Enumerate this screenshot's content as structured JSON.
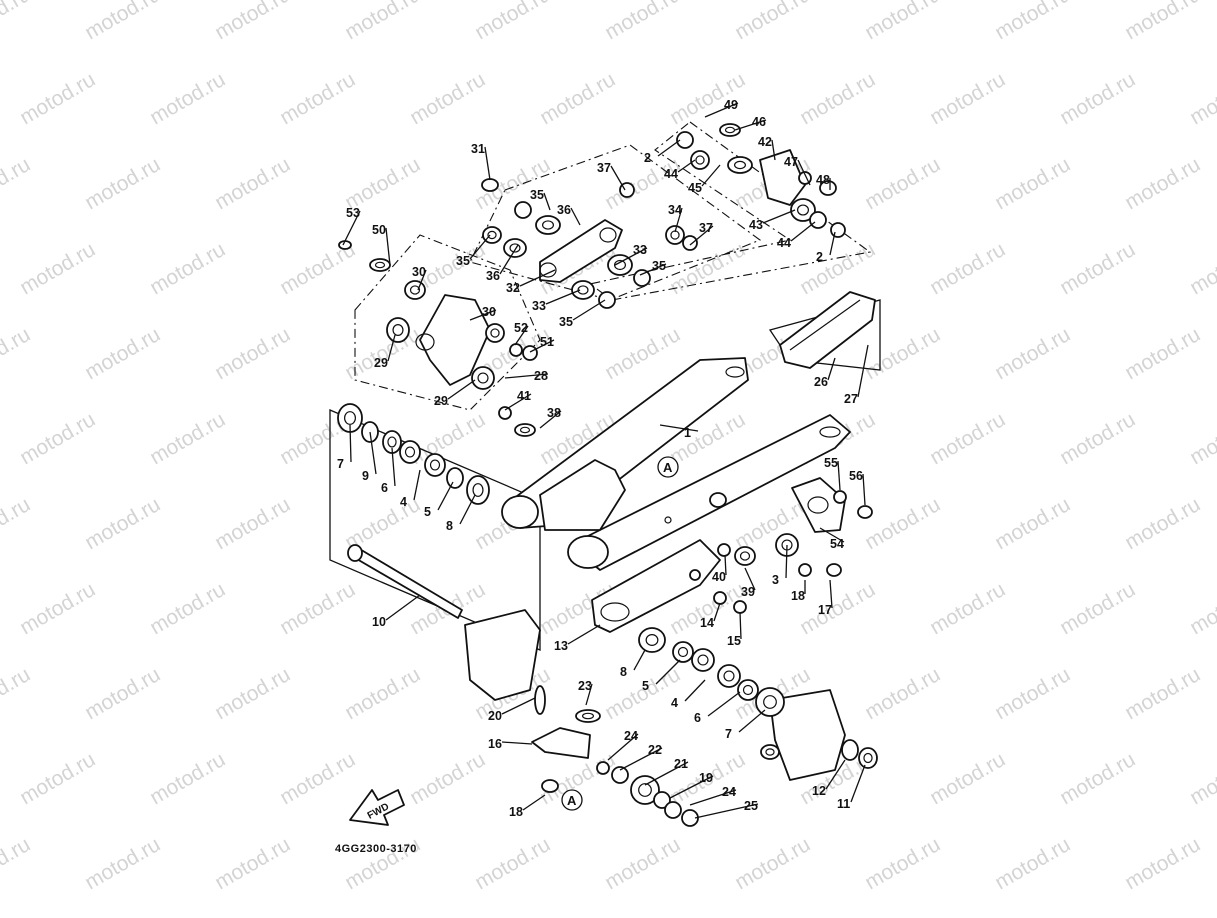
{
  "watermark": "motod.ru",
  "diagram_code": "4GG2300-3170",
  "fwd_label": "FWD",
  "ref_marks": [
    "A",
    "A"
  ],
  "callouts": [
    "49",
    "46",
    "42",
    "47",
    "48",
    "2",
    "44",
    "45",
    "43",
    "44",
    "2",
    "31",
    "37",
    "35",
    "36",
    "34",
    "37",
    "33",
    "35",
    "33",
    "35",
    "32",
    "36",
    "35",
    "53",
    "50",
    "30",
    "30",
    "52",
    "51",
    "29",
    "28",
    "29",
    "41",
    "38",
    "1",
    "26",
    "27",
    "7",
    "9",
    "6",
    "4",
    "5",
    "8",
    "10",
    "55",
    "56",
    "54",
    "40",
    "39",
    "3",
    "18",
    "17",
    "14",
    "15",
    "13",
    "8",
    "5",
    "4",
    "6",
    "7",
    "23",
    "20",
    "16",
    "24",
    "22",
    "21",
    "19",
    "24",
    "25",
    "12",
    "11",
    "18"
  ]
}
